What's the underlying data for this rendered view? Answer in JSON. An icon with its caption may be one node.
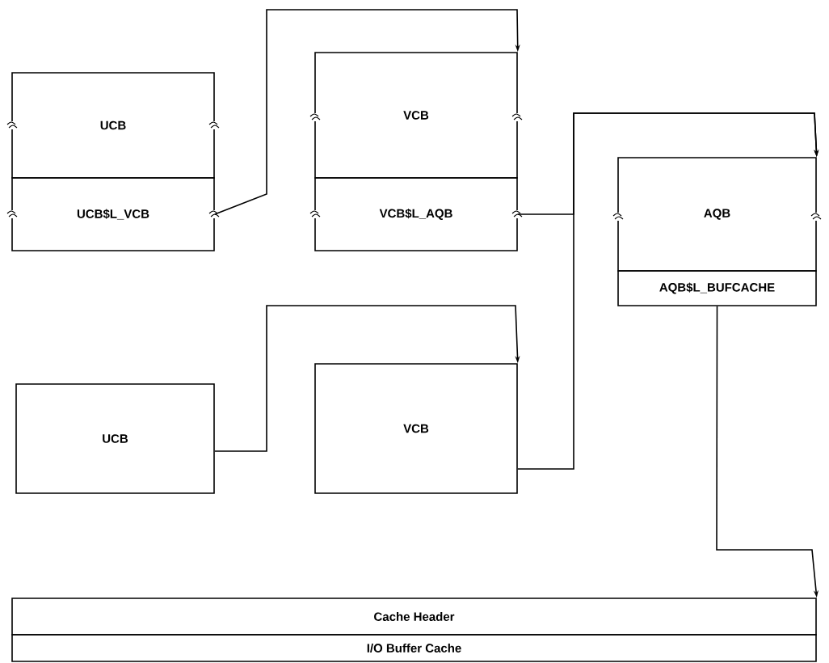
{
  "diagram": {
    "nodes": [
      {
        "text": [
          "UCB"
        ]
      },
      {
        "text": [
          "UCB$L_VCB"
        ]
      },
      {
        "text": [
          "VCB"
        ]
      },
      {
        "text": [
          "VCB$L_AQB"
        ]
      },
      {
        "text": [
          "AQB"
        ]
      },
      {
        "text": [
          "AQB$L_BUFCACHE"
        ]
      },
      {
        "text": [
          "UCB"
        ]
      },
      {
        "text": [
          "VCB"
        ]
      },
      {
        "text": [
          "Cache Header"
        ]
      },
      {
        "text": [
          "I/O Buffer Cache"
        ]
      }
    ],
    "edges": [
      {
        "from": 1,
        "to": 2,
        "arrow": "to"
      },
      {
        "from": 3,
        "to": 4,
        "arrow": "to"
      },
      {
        "from": 7,
        "to": 4,
        "arrow": "to"
      },
      {
        "from": 6,
        "to": 7,
        "arrow": "to"
      },
      {
        "from": 5,
        "to": 8,
        "arrow": "to"
      }
    ]
  }
}
